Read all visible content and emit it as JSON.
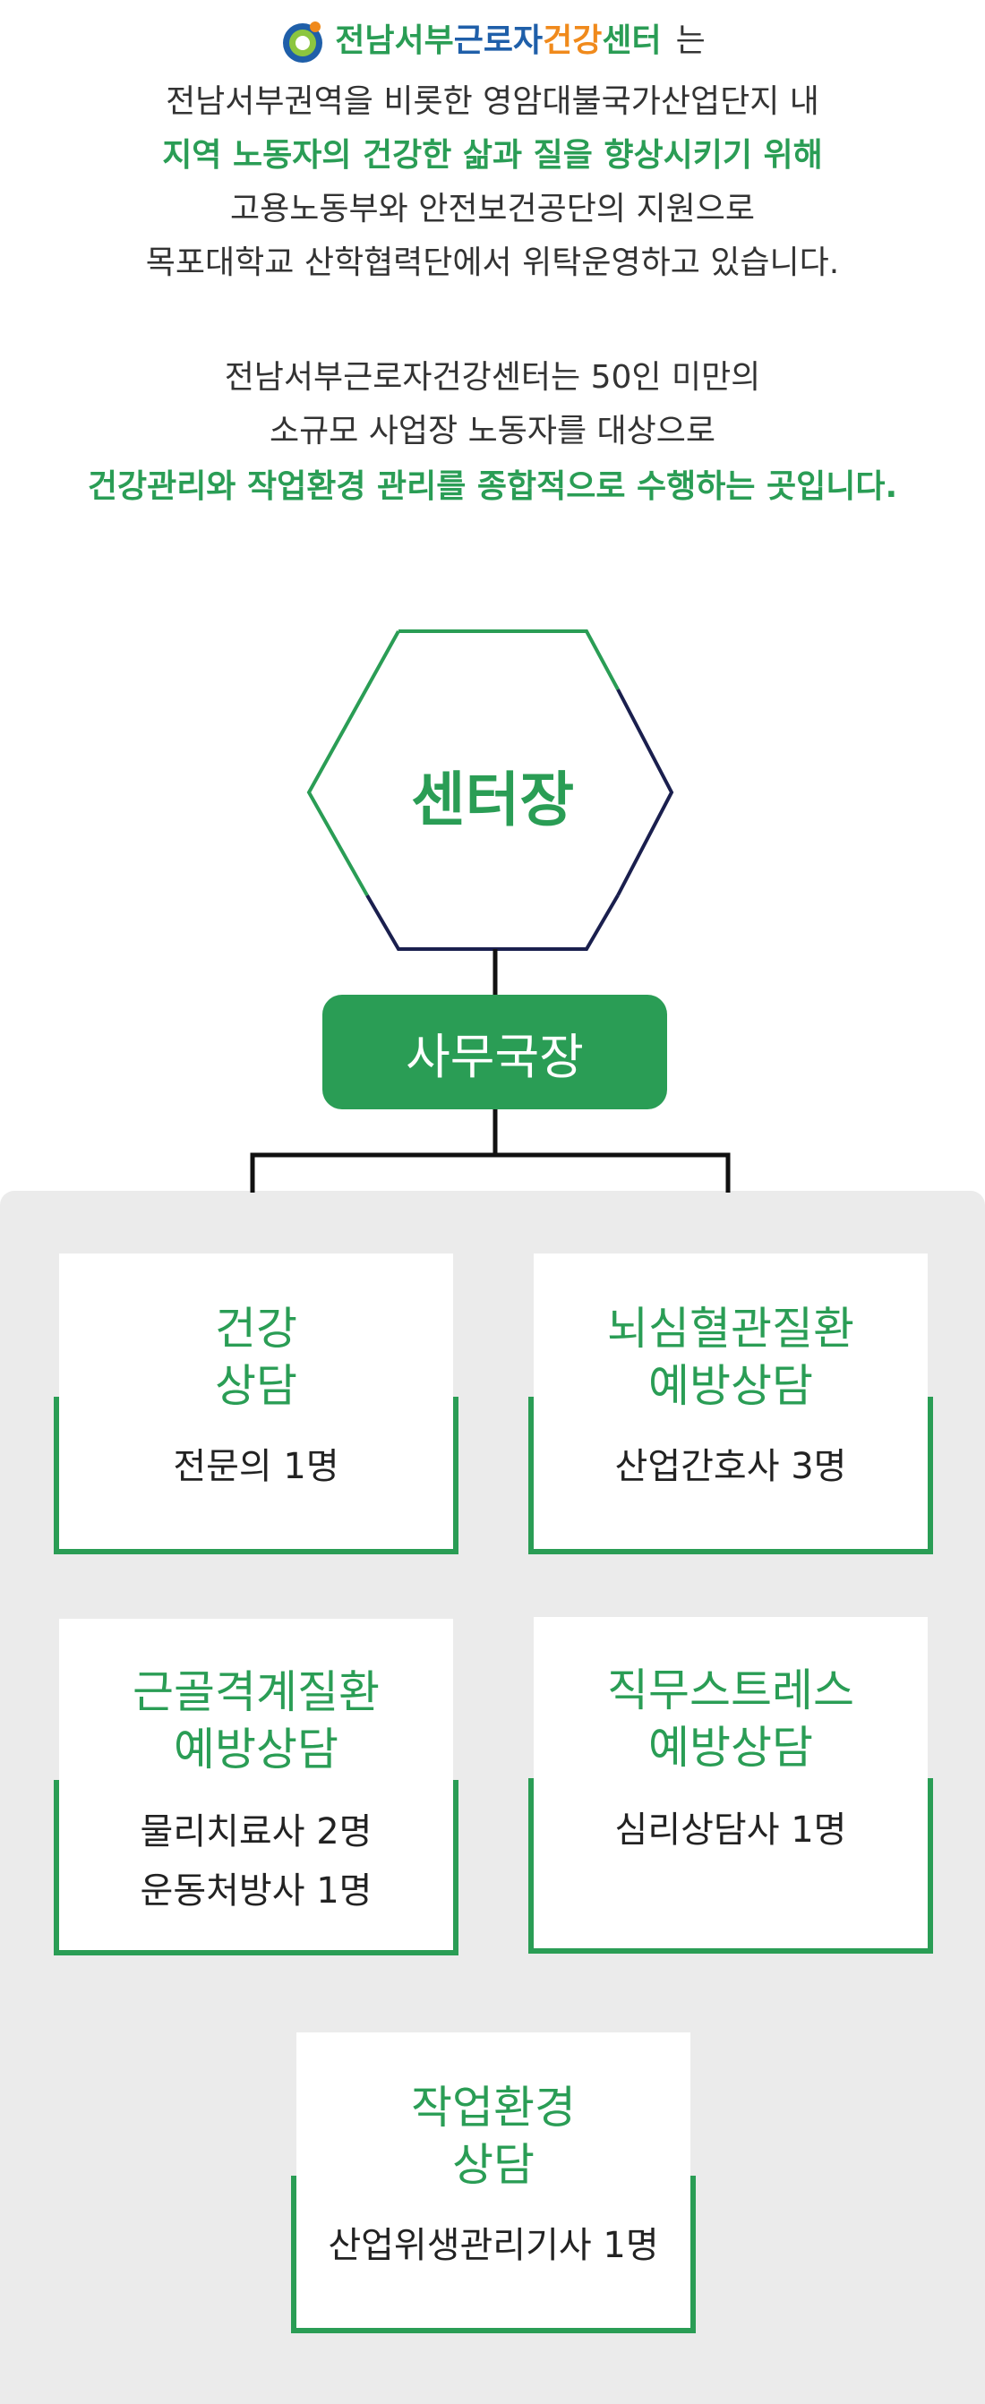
{
  "intro": {
    "brand": {
      "part1": "전남서부",
      "part2": "근로자",
      "part3": "건강",
      "part4": "센터",
      "suffix": "는"
    },
    "line2": "전남서부권역을 비롯한 영암대불국가산업단지 내",
    "line3": "지역 노동자의 건강한 삶과 질을 향상시키기 위해",
    "line4": "고용노동부와 안전보건공단의 지원으로",
    "line5": "목포대학교 산학협력단에서 위탁운영하고 있습니다.",
    "line6": "전남서부근로자건강센터는 50인 미만의",
    "line7": "소규모 사업장 노동자를 대상으로",
    "line8": "건강관리와 작업환경 관리를 종합적으로 수행하는 곳입니다."
  },
  "org": {
    "head": "센터장",
    "director": "사무국장",
    "teams": [
      {
        "title": [
          "건강",
          "상담"
        ],
        "staff": [
          "전문의 1명"
        ]
      },
      {
        "title": [
          "뇌심혈관질환",
          "예방상담"
        ],
        "staff": [
          "산업간호사 3명"
        ]
      },
      {
        "title": [
          "근골격계질환",
          "예방상담"
        ],
        "staff": [
          "물리치료사 2명",
          "운동처방사 1명"
        ]
      },
      {
        "title": [
          "직무스트레스",
          "예방상담"
        ],
        "staff": [
          "심리상담사 1명"
        ]
      },
      {
        "title": [
          "작업환경",
          "상담"
        ],
        "staff": [
          "산업위생관리기사 1명"
        ]
      }
    ]
  },
  "colors": {
    "accent": "#2a9d55",
    "navy": "#1a1f4e",
    "panel": "#ebebeb"
  }
}
